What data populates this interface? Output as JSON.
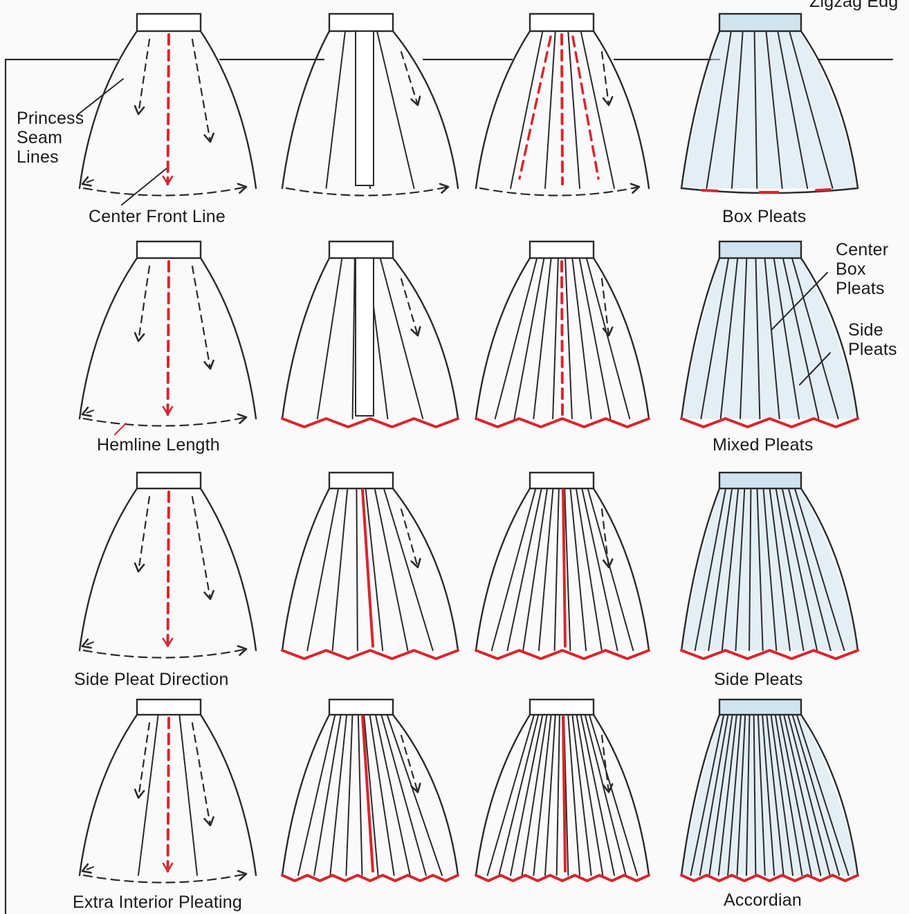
{
  "colors": {
    "ink": "#2a2a2a",
    "accent": "#d8262e",
    "shade": "#cfe4f0",
    "background": "#fafafa"
  },
  "labels": {
    "corner_partial": "Zigzag Edg",
    "princess_seam_lines": [
      "Princess",
      "Seam",
      "Lines"
    ],
    "center_front_line": "Center Front Line",
    "box_pleats": "Box Pleats",
    "hemline_length": "Hemline Length",
    "mixed_pleats": "Mixed Pleats",
    "center_box_pleats": [
      "Center",
      "Box",
      "Pleats"
    ],
    "side_pleats_callout": [
      "Side",
      "Pleats"
    ],
    "side_pleat_direction": "Side Pleat Direction",
    "side_pleats": "Side Pleats",
    "extra_interior_pleating": "Extra Interior Pleating",
    "accordian": "Accordian"
  }
}
